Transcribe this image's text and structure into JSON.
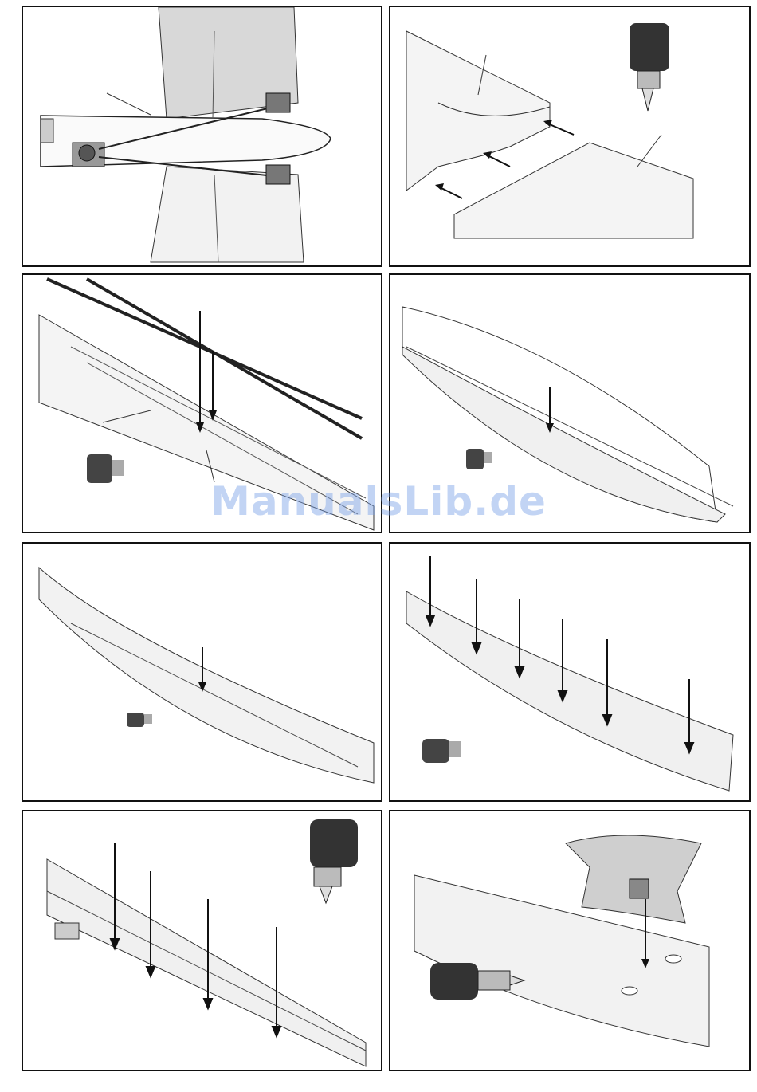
{
  "watermark": {
    "text": "ManualsLib.de",
    "color": "#8fb0e6"
  },
  "panels": [
    {
      "id": "tail-linkage",
      "content": "drawing"
    },
    {
      "id": "wing-joint",
      "content": "drawing"
    },
    {
      "id": "spar-rods",
      "content": "drawing"
    },
    {
      "id": "wing-panel-top",
      "content": "drawing"
    },
    {
      "id": "wing-panel-underside",
      "content": "drawing"
    },
    {
      "id": "rib-strips",
      "content": "drawing"
    },
    {
      "id": "cap-strips",
      "content": "drawing"
    },
    {
      "id": "servo-cover",
      "content": "drawing"
    }
  ],
  "icons": [
    "glue-bottle-icon",
    "arrow-down-icon",
    "arrow-left-icon"
  ]
}
